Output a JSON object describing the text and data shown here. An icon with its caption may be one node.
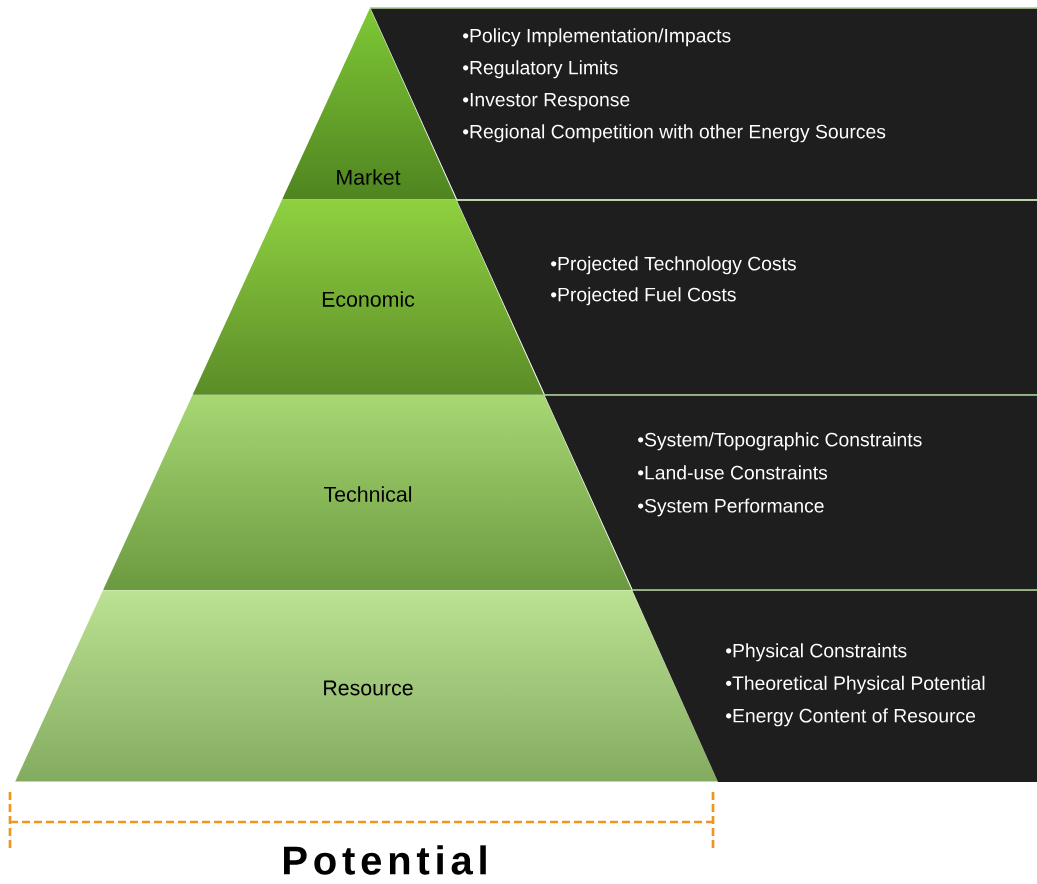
{
  "diagram": {
    "nodes": [
      {
        "text": [
          "Market"
        ]
      },
      {
        "text": [
          "•Policy Implementation/Impacts",
          "•Regulatory Limits",
          "•Investor Response",
          "•Regional Competition with other Energy Sources"
        ]
      },
      {
        "text": [
          "Economic"
        ]
      },
      {
        "text": [
          "•Projected Technology Costs",
          "•Projected Fuel Costs"
        ]
      },
      {
        "text": [
          "Technical"
        ]
      },
      {
        "text": [
          "•System/Topographic Constraints",
          "•Land-use Constraints",
          "•System Performance"
        ]
      },
      {
        "text": [
          "Resource"
        ]
      },
      {
        "text": [
          "•Physical Constraints",
          "•Theoretical Physical Potential",
          "•Energy Content of Resource"
        ]
      }
    ],
    "labels": [
      "Potential"
    ]
  }
}
